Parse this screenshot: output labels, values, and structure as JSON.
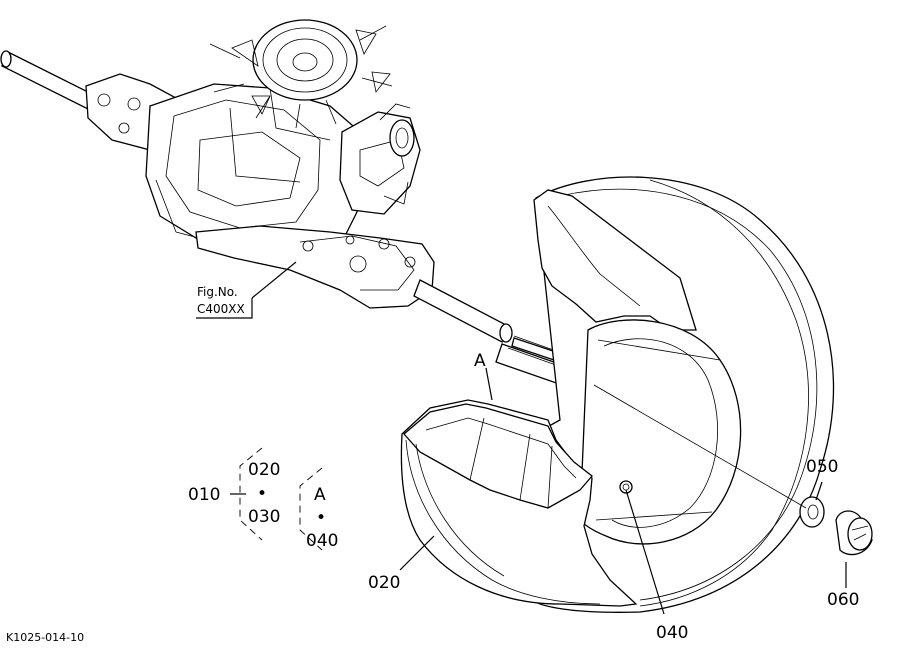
{
  "figure": {
    "code": "K1025-014-10",
    "fig_ref_line1": "Fig.No.",
    "fig_ref_line2": "C400XX",
    "view_marker": "A"
  },
  "callouts": [
    {
      "id": "part-020",
      "text": "020"
    },
    {
      "id": "part-040",
      "text": "040"
    },
    {
      "id": "part-050",
      "text": "050"
    },
    {
      "id": "part-060",
      "text": "060"
    }
  ],
  "legend": {
    "root": "010",
    "group1": [
      "020",
      "030"
    ],
    "group2_marker": "A",
    "group2": [
      "040"
    ],
    "bullet": "•"
  }
}
